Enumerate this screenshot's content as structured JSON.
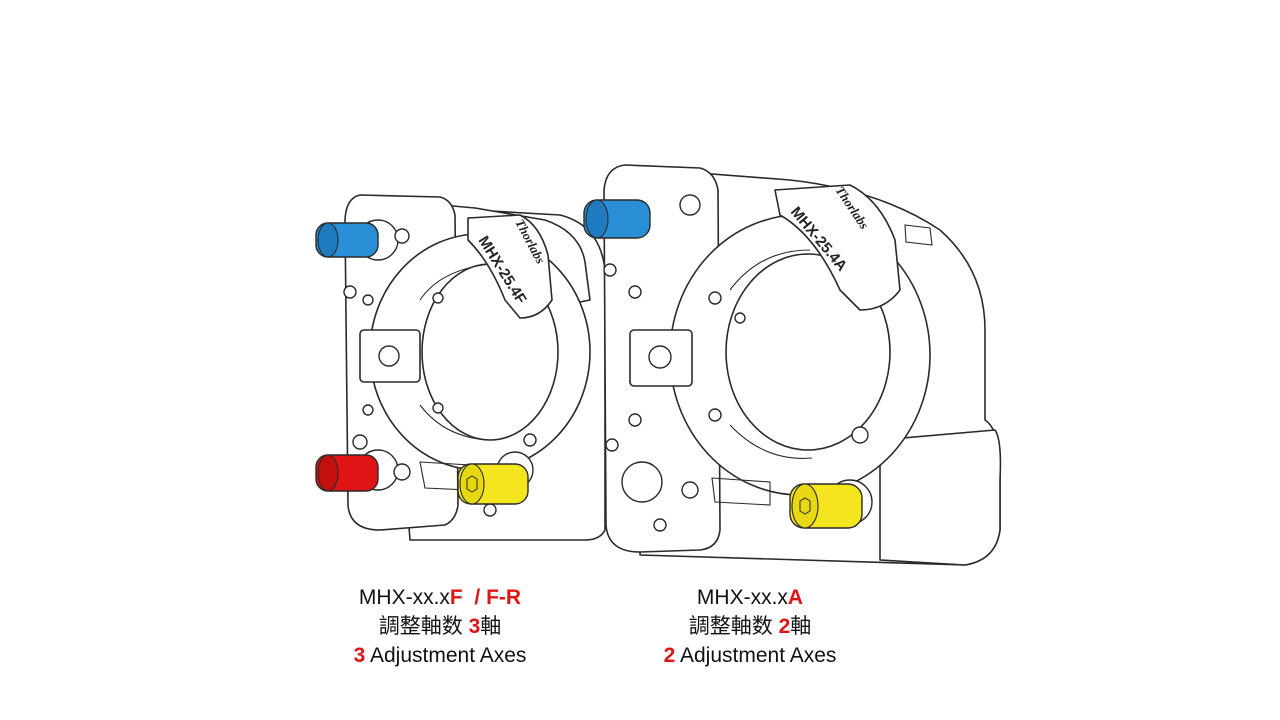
{
  "colors": {
    "line": "#2a2a2a",
    "adjuster_blue": "#2a8fd6",
    "adjuster_red": "#e01414",
    "adjuster_yellow": "#f4e51e",
    "highlight": "#e01414"
  },
  "mounts": {
    "f": {
      "engraving": "MHX-25.4F",
      "logo": "Thorlabs",
      "caption": {
        "model_prefix": "MHX-xx.x",
        "model_suffix": "F  / F-R",
        "jp_prefix": "調整軸数 ",
        "jp_count": "3",
        "jp_suffix": "軸",
        "en_count": "3",
        "en_suffix": " Adjustment Axes"
      }
    },
    "a": {
      "engraving": "MHX-25.4A",
      "logo": "Thorlabs",
      "caption": {
        "model_prefix": "MHX-xx.x",
        "model_suffix": "A",
        "jp_prefix": "調整軸数 ",
        "jp_count": "2",
        "jp_suffix": "軸",
        "en_count": "2",
        "en_suffix": " Adjustment Axes"
      }
    }
  }
}
